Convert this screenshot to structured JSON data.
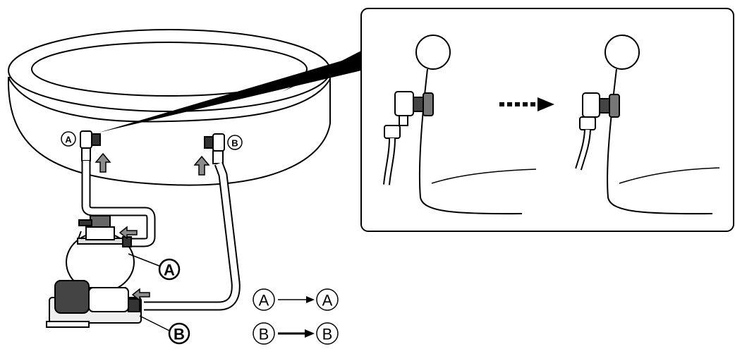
{
  "labels": {
    "pool_inlet": "A",
    "pool_outlet": "B",
    "filter_inlet": "A",
    "pump_outlet": "B"
  },
  "key": [
    {
      "from": "A",
      "to": "A"
    },
    {
      "from": "B",
      "to": "B"
    }
  ],
  "colors": {
    "line": "#000000",
    "arrow_fill": "#8c8c8c",
    "background": "#ffffff"
  },
  "icons": [
    "up-arrow-icon",
    "left-arrow-icon",
    "dashed-right-arrow-icon"
  ]
}
